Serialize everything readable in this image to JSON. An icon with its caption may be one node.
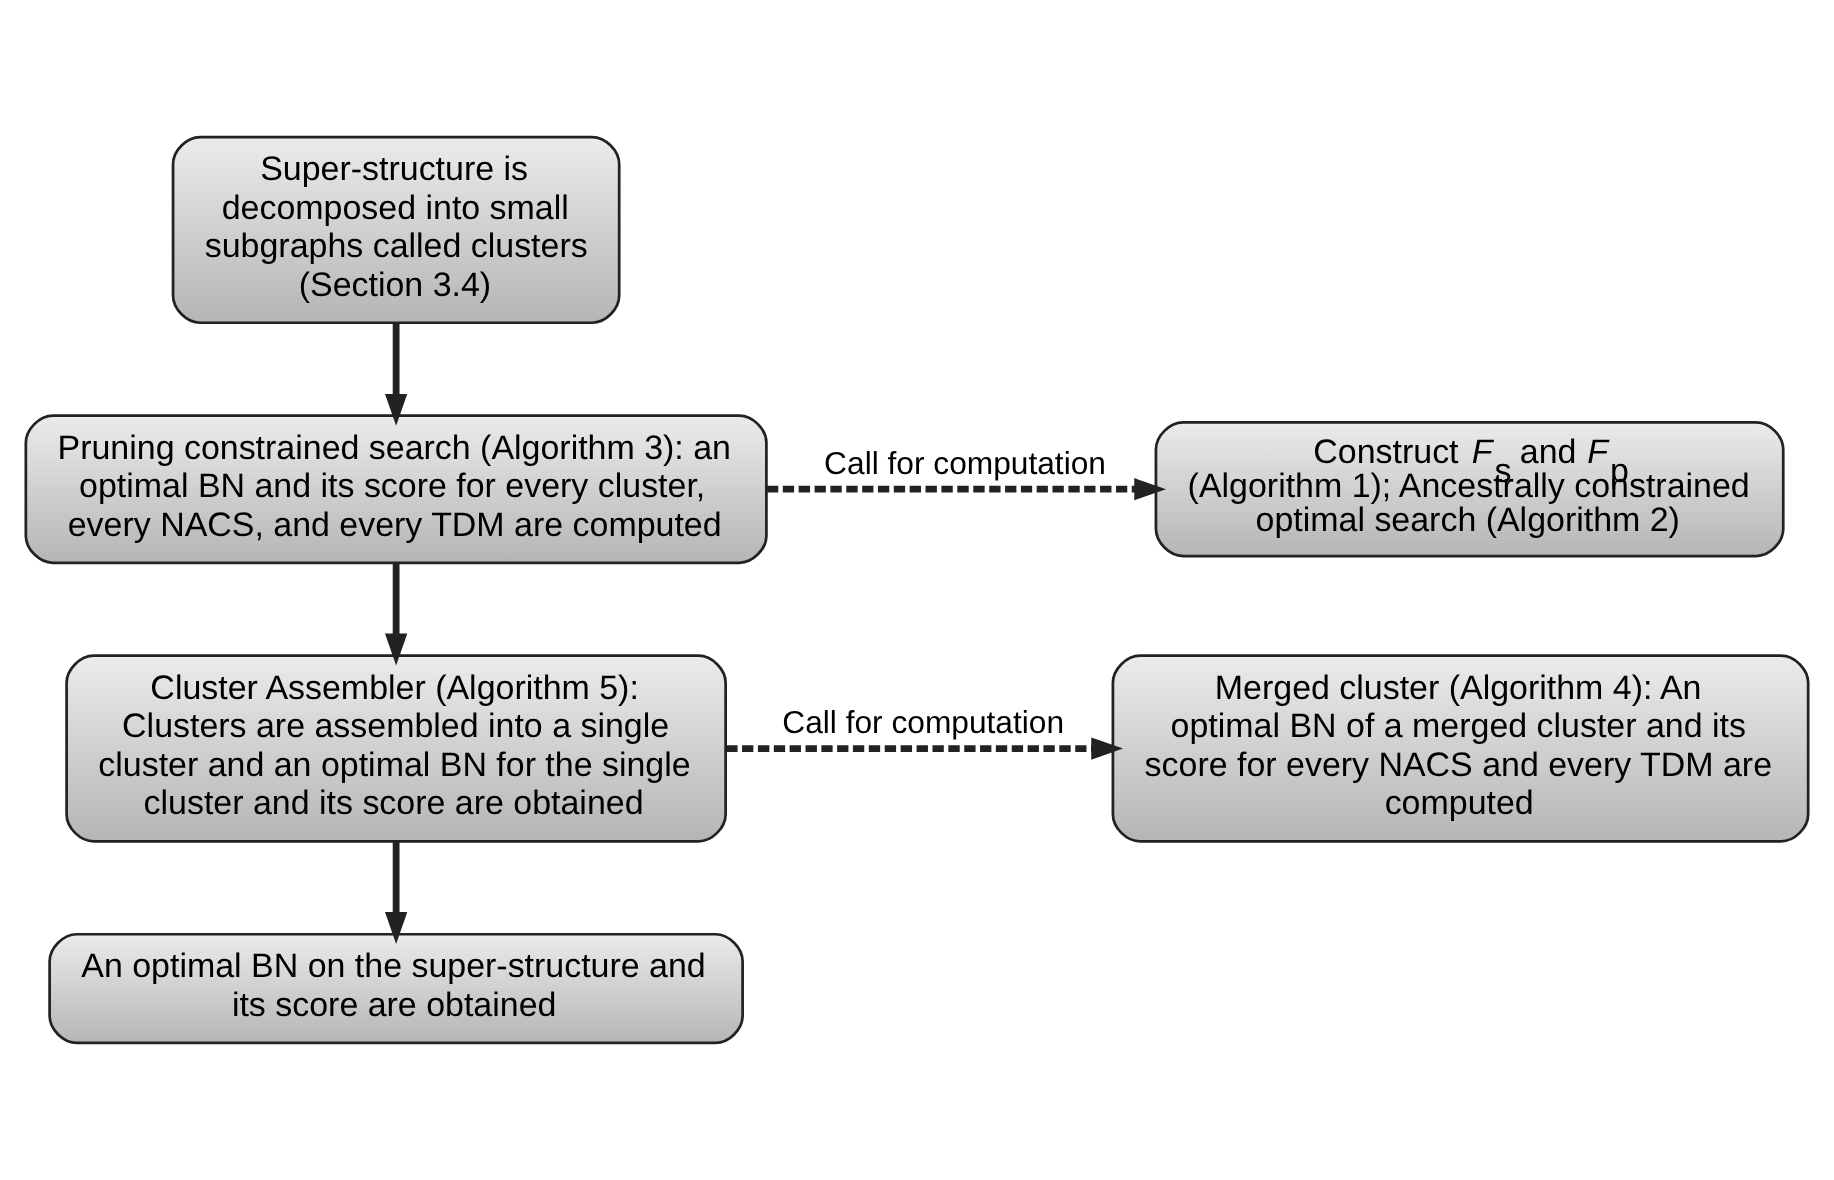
{
  "diagram": {
    "nodes": [
      {
        "text": [
          "Super-structure is decomposed into small subgraphs called clusters (Section 3.4)"
        ]
      },
      {
        "text": [
          "Pruning constrained search (Algorithm 3): an optimal BN and its score for every cluster, every NACS, and every TDM are computed"
        ]
      },
      {
        "text": [
          "Construct *F*$_{s}$ and *F*$_{p}$ (Algorithm 1); Ancestrally constrained optimal search (Algorithm 2)"
        ]
      },
      {
        "text": [
          "Cluster Assembler (Algorithm 5): Clusters are assembled into a single cluster and an optimal BN for the single cluster and its score are obtained"
        ]
      },
      {
        "text": [
          "Merged cluster (Algorithm 4): An optimal BN of a merged cluster and its score for every NACS and every TDM are computed"
        ]
      },
      {
        "text": [
          "An optimal BN on the super-structure and its score are obtained"
        ]
      }
    ],
    "edges": [
      {
        "from": 0,
        "to": 1,
        "arrow": "to"
      },
      {
        "from": 1,
        "to": 2,
        "arrow": "to",
        "style": "dashed",
        "label": "Call for computation"
      },
      {
        "from": 1,
        "to": 3,
        "arrow": "to"
      },
      {
        "from": 3,
        "to": 4,
        "arrow": "to",
        "style": "dashed",
        "label": "Call for computation"
      },
      {
        "from": 3,
        "to": 5,
        "arrow": "to"
      }
    ]
  }
}
